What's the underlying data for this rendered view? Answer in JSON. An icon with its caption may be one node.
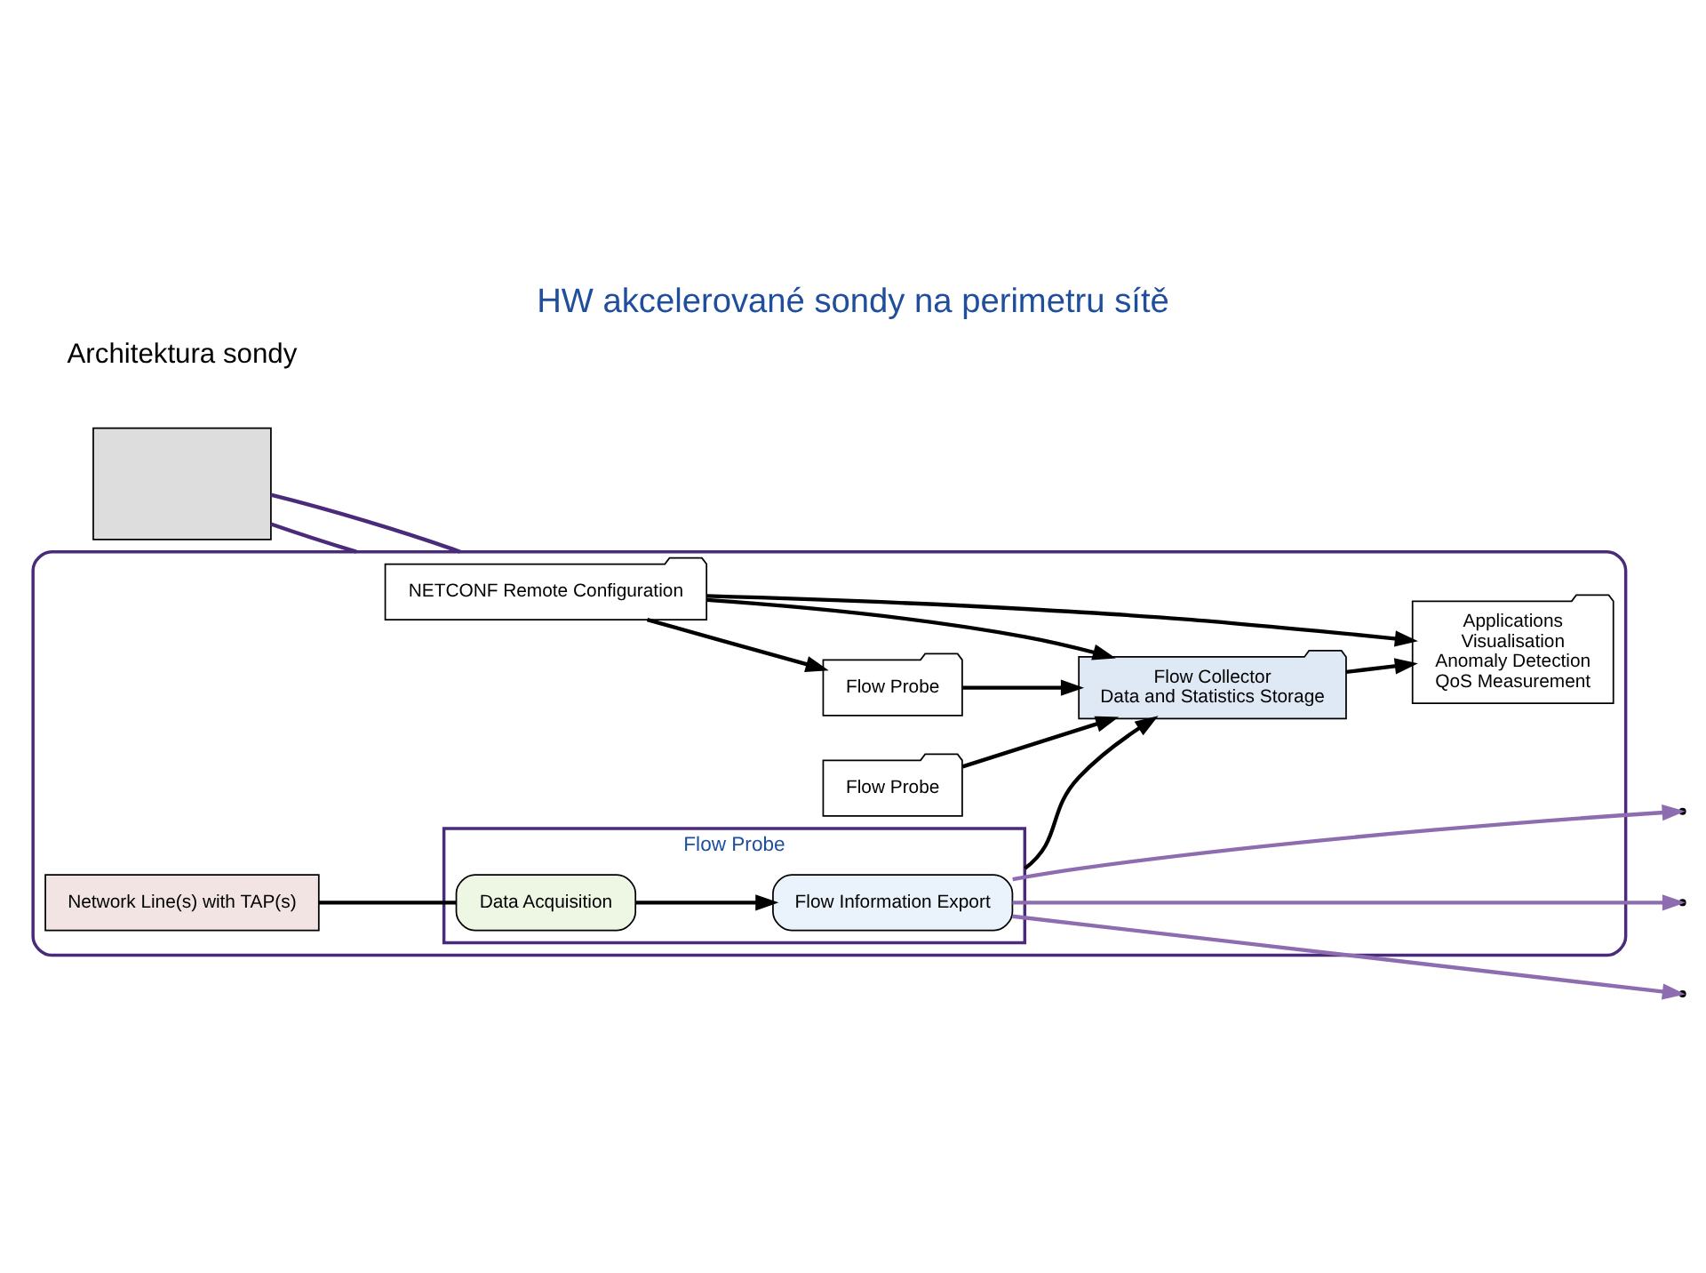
{
  "diagram": {
    "title": "HW akcelerované sondy na perimetru sítě",
    "nodes": [
      {
        "text": [],
        "shape": "box"
      },
      {
        "text": [],
        "shape": "ellipse"
      },
      {
        "text": [
          "NETCONF Remote Configuration"
        ],
        "in": 1
      },
      {
        "text": [
          "Flow Probe"
        ],
        "in": 1
      },
      {
        "text": [
          "Flow Probe"
        ],
        "in": 1
      },
      {
        "text": [
          "Flow Probe"
        ],
        "in": 1
      },
      {
        "text": [
          "Flow Information Export"
        ],
        "in": 5
      },
      {
        "text": [
          "Data Acquisition"
        ],
        "in": 5
      },
      {
        "text": [
          "Flow Collector",
          "Data and Statistics Storage"
        ],
        "in": 1
      },
      {
        "text": [
          "Applications",
          "Visualisation",
          "Anomaly Detection",
          "QoS Measurement"
        ],
        "in": 1
      },
      {
        "text": [
          "Network Line(s) with TAP(s)"
        ],
        "in": 1
      }
    ],
    "edges": [
      {
        "from": 2,
        "to": 3,
        "arrow": "to"
      },
      {
        "from": 2,
        "to": 8,
        "arrow": "to"
      },
      {
        "from": 2,
        "to": 9,
        "arrow": "to"
      },
      {
        "from": 7,
        "to": 6,
        "arrow": "to"
      },
      {
        "from": 3,
        "to": 8,
        "arrow": "to"
      },
      {
        "from": 4,
        "to": 8,
        "arrow": "to"
      },
      {
        "from": 5,
        "to": 8,
        "arrow": "to"
      },
      {
        "from": 8,
        "to": 9,
        "arrow": "to"
      },
      {
        "from": 10,
        "to": 7,
        "arrow": "none"
      },
      {
        "from": 6,
        "to": null,
        "arrow": "to",
        "color": "#8e6cb0"
      },
      {
        "from": 6,
        "to": null,
        "arrow": "to",
        "color": "#8e6cb0"
      },
      {
        "from": 6,
        "to": null,
        "arrow": "to",
        "color": "#8e6cb0"
      },
      {
        "from": 0,
        "to": 1,
        "arrow": "none",
        "color": "#4a2a7a"
      },
      {
        "from": 0,
        "to": 1,
        "arrow": "none",
        "color": "#4a2a7a"
      }
    ],
    "labels": [
      "Architektura sondy"
    ]
  }
}
